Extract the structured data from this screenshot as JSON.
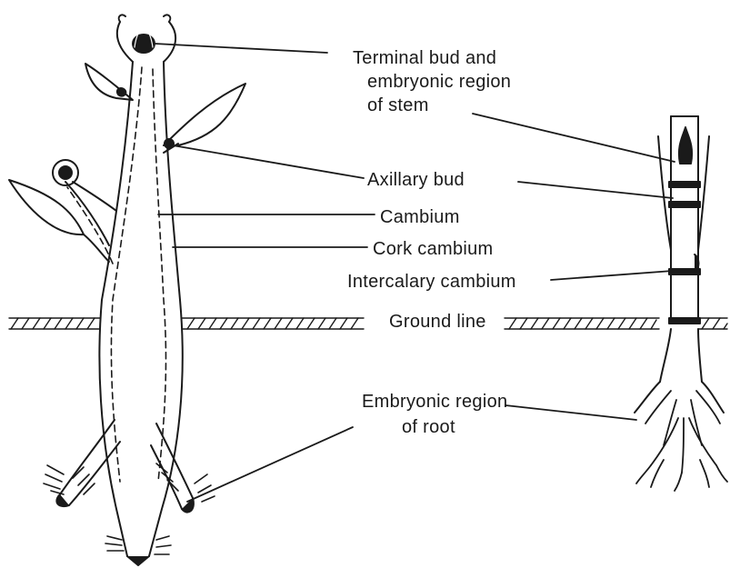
{
  "labels": {
    "terminal_line1": "Terminal bud and",
    "terminal_line2": "embryonic region",
    "terminal_line3": "of stem",
    "axillary_bud": "Axillary bud",
    "cambium": "Cambium",
    "cork_cambium": "Cork cambium",
    "intercalary_cambium": "Intercalary cambium",
    "ground_line": "Ground line",
    "embryonic_root_line1": "Embryonic region",
    "embryonic_root_line2": "of root"
  },
  "colors": {
    "ink": "#1a1a1a",
    "paper": "#ffffff"
  }
}
